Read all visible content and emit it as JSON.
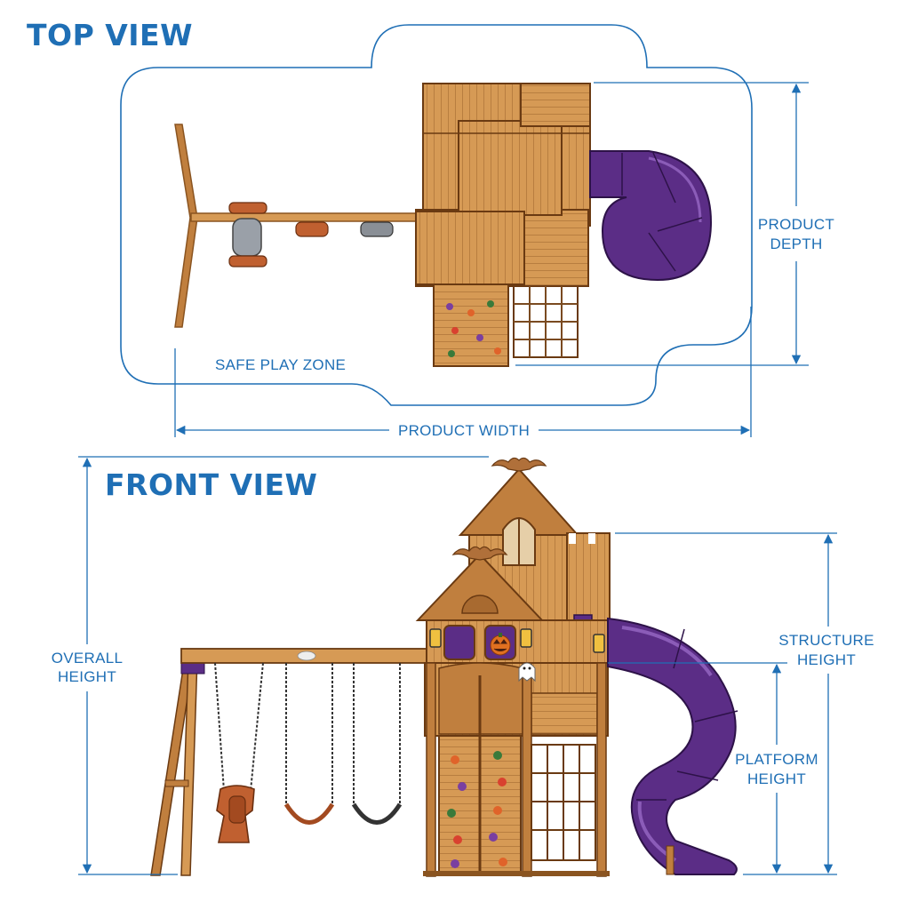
{
  "colors": {
    "title": "#1f6fb5",
    "dimension": "#1f6fb5",
    "wood_light": "#d69a55",
    "wood_mid": "#c07f3e",
    "wood_dark": "#8a5420",
    "slide_purple": "#5b2d86",
    "slide_highlight": "#8b5cb8",
    "hold_colors": [
      "#e0632a",
      "#7a3fa0",
      "#3a7a3a",
      "#d9412f"
    ]
  },
  "top_view": {
    "title": "TOP VIEW",
    "zone_label": "SAFE PLAY ZONE",
    "width_label": "PRODUCT WIDTH",
    "depth_label_lines": [
      "PRODUCT",
      "DEPTH"
    ]
  },
  "front_view": {
    "title": "FRONT VIEW",
    "overall_height_lines": [
      "OVERALL",
      "HEIGHT"
    ],
    "structure_height_lines": [
      "STRUCTURE",
      "HEIGHT"
    ],
    "platform_height_lines": [
      "PLATFORM",
      "HEIGHT"
    ]
  },
  "icons": [
    "bat-icon",
    "moon-icon",
    "pumpkin-icon",
    "ghost-icon",
    "lantern-icon"
  ]
}
